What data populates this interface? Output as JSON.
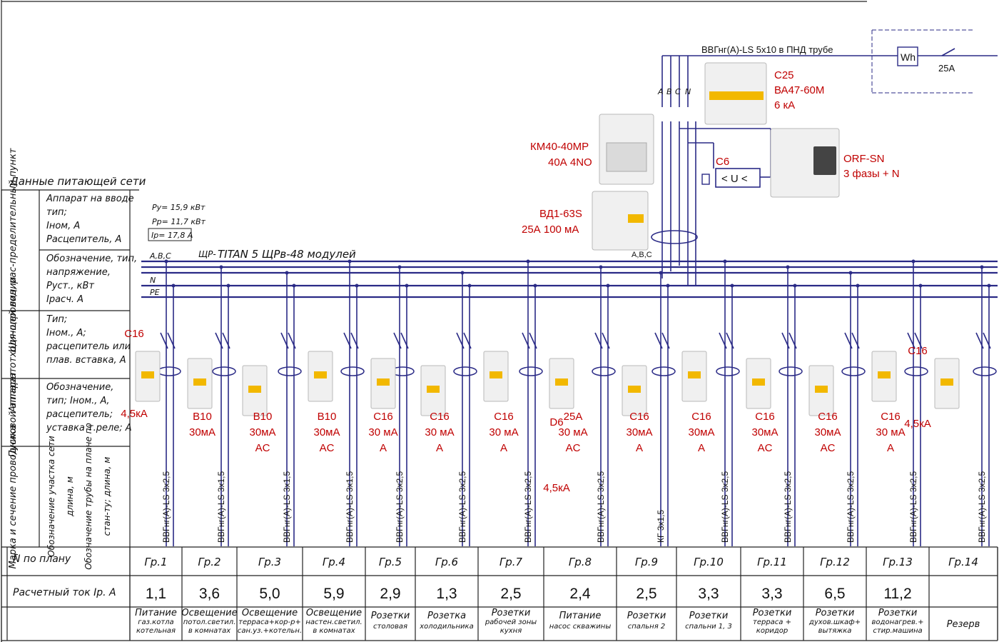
{
  "feed_title": "Данные питающей сети",
  "left_sections": [
    {
      "vertical": "Шинопровод, рас-пределительный пункт",
      "lines": [
        "Аппарат на вводе",
        "тип;",
        "Iном, А",
        "Расцепитель, А"
      ]
    },
    {
      "lines": [
        "Обозначение, тип,",
        "напряжение,",
        "Руст., кВт",
        "Iрасч. А"
      ]
    },
    {
      "vertical": "Аппарат отходя-щей линии",
      "lines": [
        "Тип;",
        "Iном., А;",
        "расцепитель или",
        "плав. вставка, А"
      ]
    },
    {
      "vertical": "Пусковой аппарат",
      "lines": [
        "Обозначение,",
        "тип; Iном., А,",
        "расцепитель;",
        "уставка т.реле; А"
      ]
    },
    {
      "vertical": "Марка и сечение проводника",
      "vlines": [
        "Обозначение участка сети",
        "длина, м",
        "Обозначение трубы на плане по",
        "стан-ту; длина, м"
      ]
    }
  ],
  "power": {
    "py": "Ру= 15,9 кВт",
    "pp": "Рр= 11,7 кВт",
    "ip": "Iр= 17,8 А"
  },
  "panel": {
    "prefix": "ЩР-",
    "name": "TITAN 5 ЩРв-48 модулей"
  },
  "bus_labels": {
    "abc": "А,В,С",
    "n": "N",
    "pe": "PE"
  },
  "input_cable": "ВВГнг(A)-LS  5х10 в ПНД трубе",
  "meter": {
    "symbol": "Wh",
    "fuse": "25А"
  },
  "main_breaker": {
    "l1": "C25",
    "l2": "ВА47-60М",
    "l3": "6 кА"
  },
  "contactor": {
    "l1": "КМ40-40МР",
    "l2": "40А 4NO"
  },
  "relay": {
    "l1": "ORF-SN",
    "l2": "3 фазы + N",
    "symbol": "< U <",
    "breaker": "C6"
  },
  "rcd": {
    "l1": "ВД1-63S",
    "l2": "25А 100 мА",
    "phases": "А,В,С"
  },
  "phase_labels": [
    "A",
    "B",
    "C",
    "N"
  ],
  "group_devices": [
    {
      "id": 1,
      "lines": [
        "C16",
        "4,5кА"
      ]
    },
    {
      "id": 2,
      "lines": [
        "B10",
        "30мА"
      ]
    },
    {
      "id": 3,
      "lines": [
        "B10",
        "30мА",
        "AC"
      ]
    },
    {
      "id": 4,
      "lines": [
        "B10",
        "30мА",
        "AC"
      ]
    },
    {
      "id": 5,
      "lines": [
        "C16",
        "30 мА",
        "A"
      ]
    },
    {
      "id": 6,
      "lines": [
        "C16",
        "30 мА",
        "A"
      ]
    },
    {
      "id": 7,
      "lines": [
        "C16",
        "30 мА",
        "A"
      ]
    },
    {
      "id": 8,
      "lines": [
        "25А",
        "30 мА",
        "AC"
      ],
      "extra": [
        "D6",
        "4,5кА"
      ]
    },
    {
      "id": 9,
      "lines": [
        "C16",
        "30мА",
        "A"
      ]
    },
    {
      "id": 10,
      "lines": [
        "C16",
        "30мА",
        "A"
      ]
    },
    {
      "id": 11,
      "lines": [
        "C16",
        "30мА",
        "AC"
      ]
    },
    {
      "id": 12,
      "lines": [
        "C16",
        "30мА",
        "AC"
      ]
    },
    {
      "id": 13,
      "lines": [
        "C16",
        "30 мА",
        "A"
      ]
    },
    {
      "id": 14,
      "lines": [
        "C16",
        "4,5кА"
      ]
    }
  ],
  "cables": [
    "ВВГнг(A)-LS 3х2,5",
    "ВВГнг(A)-LS 3х1,5",
    "ВВГнг(A)-LS 3х1,5",
    "ВВГнг(A)-LS 3х1,5",
    "ВВГнг(A)-LS 3х2,5",
    "ВВГнг(A)-LS 3х2,5",
    "ВВГнг(A)-LS 3х2,5",
    "ВВГнг(A)-LS 3х2,5",
    "КГ 3х1,5",
    "ВВГнг(A)-LS 3х2,5",
    "ВВГнг(A)-LS 3х2,5",
    "ВВГнг(A)-LS 3х2,5",
    "ВВГнг(A)-LS 3х2,5",
    "ВВГнг(A)-LS 3х2,5"
  ],
  "table": {
    "row1_label": "N по плану",
    "row2_label": "Расчетный ток Iр. А",
    "groups": [
      "Гр.1",
      "Гр.2",
      "Гр.3",
      "Гр.4",
      "Гр.5",
      "Гр.6",
      "Гр.7",
      "Гр.8",
      "Гр.9",
      "Гр.10",
      "Гр.11",
      "Гр.12",
      "Гр.13",
      "Гр.14"
    ],
    "currents": [
      "1,1",
      "3,6",
      "5,0",
      "5,9",
      "2,9",
      "1,3",
      "2,5",
      "2,4",
      "2,5",
      "3,3",
      "3,3",
      "6,5",
      "11,2",
      ""
    ],
    "names": [
      [
        "Питание",
        "газ.котла",
        "котельная"
      ],
      [
        "Освещение",
        "потол.светил.",
        "в комнатах"
      ],
      [
        "Освещение",
        "терраса+кор-р+",
        "сан.уз.+котельн."
      ],
      [
        "Освещение",
        "настен.светил.",
        "в комнатах"
      ],
      [
        "Розетки",
        "столовая"
      ],
      [
        "Розетка",
        "холодильника"
      ],
      [
        "Розетки",
        "рабочей зоны",
        "кухня"
      ],
      [
        "Питание",
        "насос скважины"
      ],
      [
        "Розетки",
        "спальня 2"
      ],
      [
        "Розетки",
        "спальни 1, 3"
      ],
      [
        "Розетки",
        "терраса +",
        "коридор"
      ],
      [
        "Розетки",
        "духов.шкаф+",
        "вытяжка"
      ],
      [
        "Розетки",
        "водонагрев.+",
        "стир.машина"
      ],
      [
        "Резерв"
      ]
    ]
  }
}
